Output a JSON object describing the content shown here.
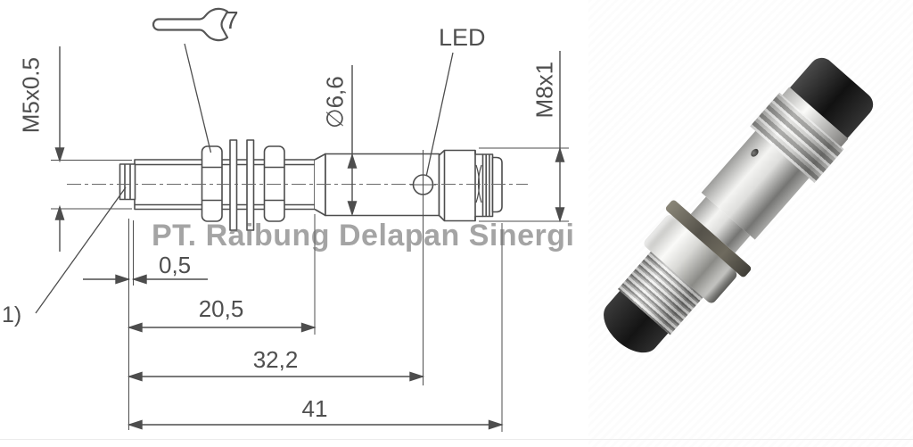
{
  "drawing": {
    "labels": {
      "wrench_size": "7",
      "led": "LED",
      "front_thread": "M5x0.5",
      "body_diameter": "∅6,6",
      "connector_thread": "M8x1",
      "footnote_ref": "1)"
    },
    "dimensions": {
      "tip_length": "0,5",
      "thread_length": "20,5",
      "housing_length": "32,2",
      "overall_length": "41"
    },
    "line_color": "#4d4d4d"
  },
  "watermark": {
    "text": "PT. Raibung Delapan Sinergi",
    "color": "#6c6c6c"
  },
  "photo": {
    "description": "Metallic M5 inductive proximity sensor with black sensing tip, hex nut, washer and M8 connector with black end cap"
  }
}
